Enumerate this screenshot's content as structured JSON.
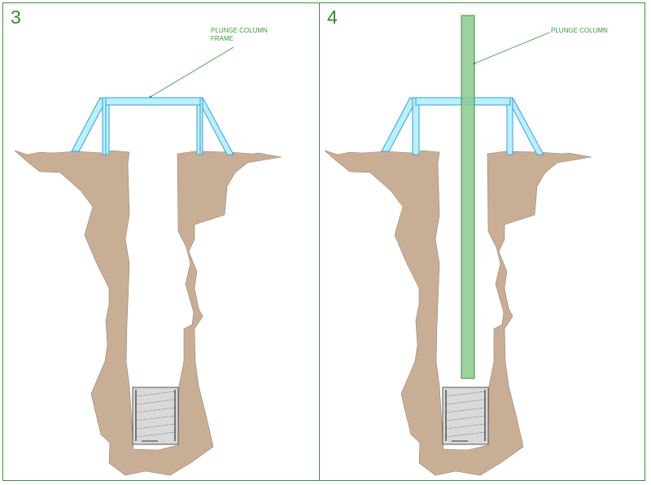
{
  "panels": [
    {
      "step": "3",
      "callout": [
        "PLUNGE COLUMN",
        "FRAME"
      ]
    },
    {
      "step": "4",
      "callout": [
        "PLUNGE COLUMN"
      ]
    }
  ],
  "colors": {
    "border": "#3f8f3f",
    "label": "#3a9a3a",
    "soil": "#c9ae96",
    "frame_fill": "#b8f0fc",
    "frame_stroke": "#3a9fd8",
    "column_fill": "#8cc98c",
    "column_stroke": "#3e8e3e",
    "rebar_cage": "#d9d9d9"
  }
}
